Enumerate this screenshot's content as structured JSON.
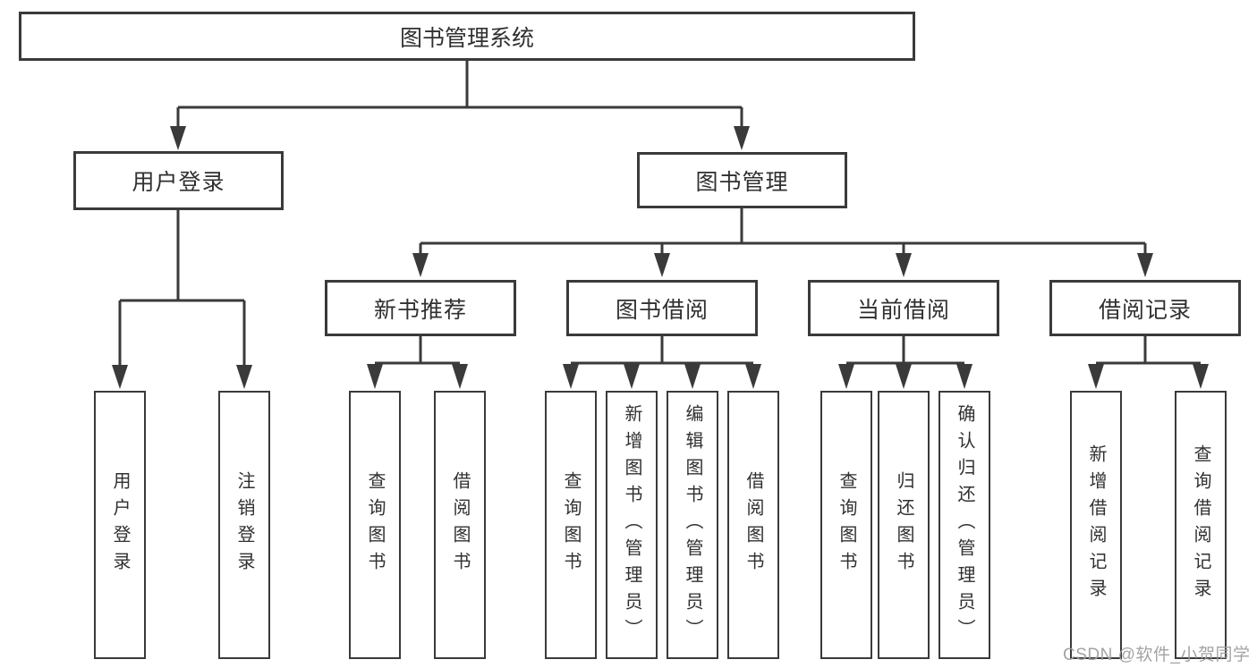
{
  "diagram": {
    "root": {
      "label": "图书管理系统"
    },
    "branches": [
      {
        "label": "用户登录",
        "children": [
          "用户登录",
          "注销登录"
        ]
      },
      {
        "label": "图书管理",
        "children": [
          {
            "label": "新书推荐",
            "children": [
              "查询图书",
              "借阅图书"
            ]
          },
          {
            "label": "图书借阅",
            "children": [
              "查询图书",
              "新增图书（管理员）",
              "编辑图书（管理员）",
              "借阅图书"
            ]
          },
          {
            "label": "当前借阅",
            "children": [
              "查询图书",
              "归还图书",
              "确认归还（管理员）"
            ]
          },
          {
            "label": "借阅记录",
            "children": [
              "新增借阅记录",
              "查询借阅记录"
            ]
          }
        ]
      }
    ],
    "watermark": "CSDN @软件_小贺同学",
    "colors": {
      "line": "#3a3a3a",
      "text": "#303030",
      "background": "#ffffff",
      "watermark": "#9e9e9e"
    }
  }
}
